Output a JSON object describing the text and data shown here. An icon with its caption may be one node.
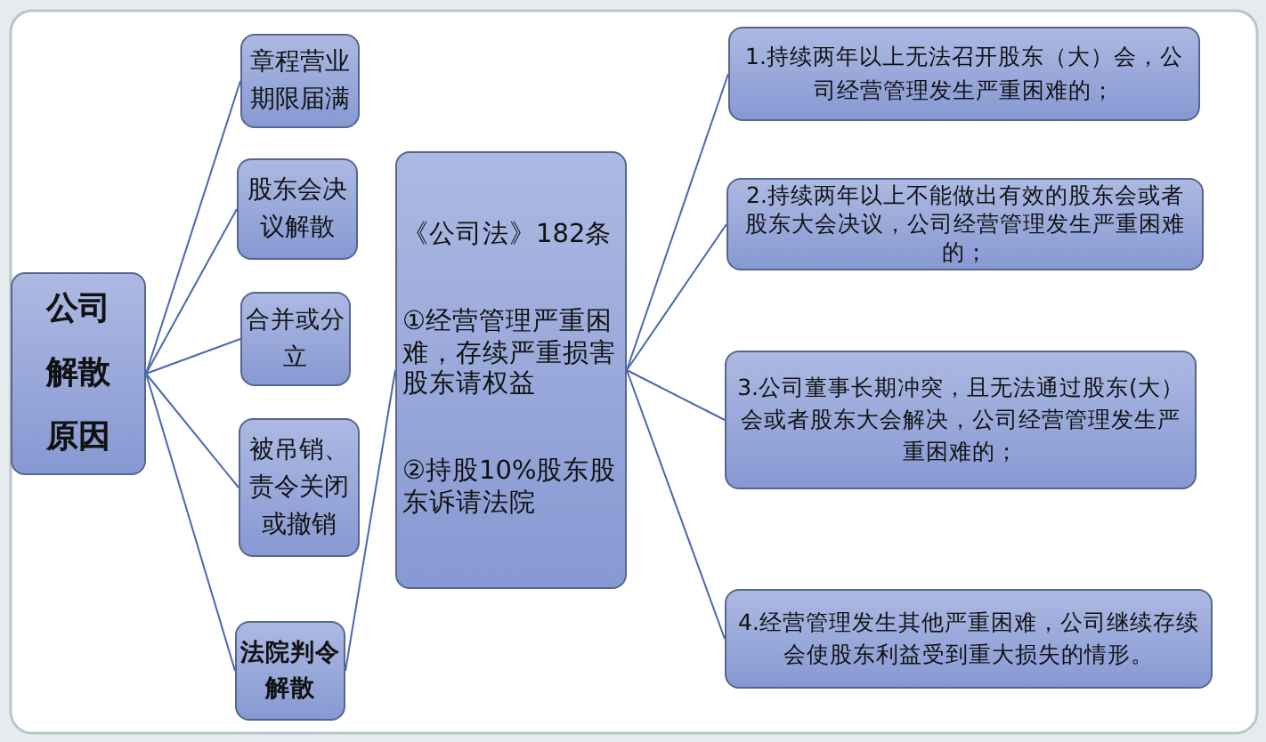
{
  "diagram": {
    "nodes": [
      {
        "text": [
          "公司解散原因"
        ]
      },
      {
        "text": [
          "章程营业期限届满"
        ]
      },
      {
        "text": [
          "股东会决议解散"
        ]
      },
      {
        "text": [
          "合并或分立"
        ]
      },
      {
        "text": [
          "被吊销、责令关闭或撤销"
        ]
      },
      {
        "text": [
          "法院判令解散"
        ]
      },
      {
        "text": [
          "《公司法》182条",
          "①经营管理严重困难，存续严重损害股东请权益",
          "②持股10%股东股东诉请法院"
        ]
      },
      {
        "text": [
          "1.持续两年以上无法召开股东（大）会，公司经营管理发生严重困难的；"
        ]
      },
      {
        "text": [
          "2.持续两年以上不能做出有效的股东会或者股东大会决议，公司经营管理发生严重困难的；"
        ]
      },
      {
        "text": [
          "3.公司董事长期冲突，且无法通过股东(大）会或者股东大会解决，公司经营管理发生严重困难的；"
        ]
      },
      {
        "text": [
          "4.经营管理发生其他严重困难，公司继续存续会使股东利益受到重大损失的情形。"
        ]
      }
    ],
    "edges": [
      {
        "from": 0,
        "to": 1,
        "arrow": "none"
      },
      {
        "from": 0,
        "to": 2,
        "arrow": "none"
      },
      {
        "from": 0,
        "to": 3,
        "arrow": "none"
      },
      {
        "from": 0,
        "to": 4,
        "arrow": "none"
      },
      {
        "from": 0,
        "to": 5,
        "arrow": "none"
      },
      {
        "from": 5,
        "to": 6,
        "arrow": "none"
      },
      {
        "from": 6,
        "to": 7,
        "arrow": "none"
      },
      {
        "from": 6,
        "to": 8,
        "arrow": "none"
      },
      {
        "from": 6,
        "to": 9,
        "arrow": "none"
      },
      {
        "from": 6,
        "to": 10,
        "arrow": "none"
      }
    ]
  }
}
